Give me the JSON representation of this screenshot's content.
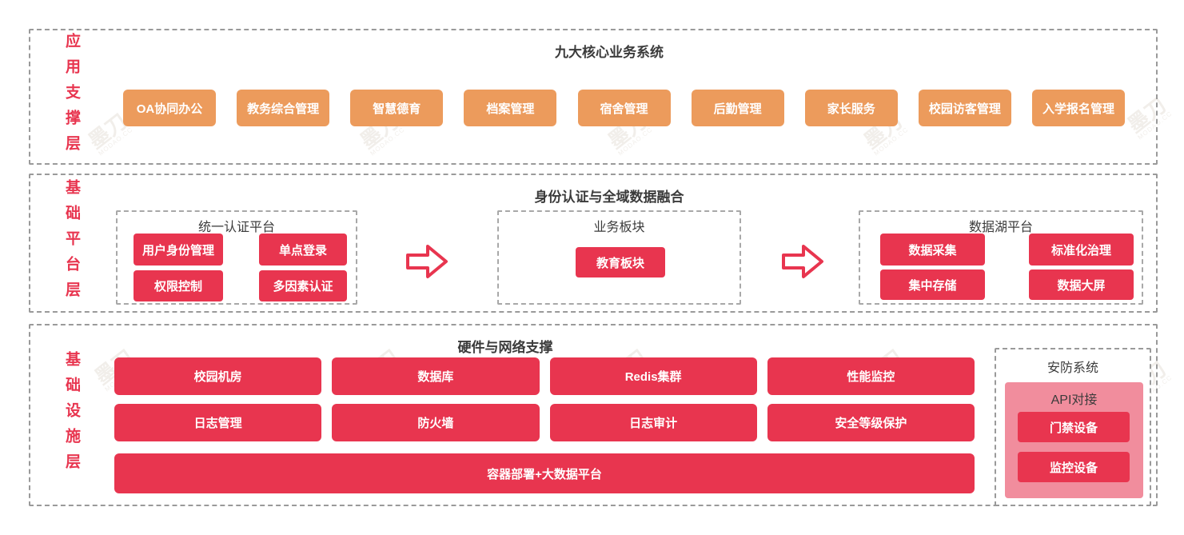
{
  "colors": {
    "accent_red": "#e8354f",
    "accent_orange": "#ec9b5c",
    "panel_pink": "#f18d9d",
    "dashed_border_gray": "#9a9a9a",
    "title_dark": "#3b3b3b"
  },
  "watermark": {
    "logo": "墨刀",
    "domain": "MODAO.CC"
  },
  "layers": [
    {
      "label": "应用支撑层",
      "title": "九大核心业务系统",
      "systems": [
        "OA协同办公",
        "教务综合管理",
        "智慧德育",
        "档案管理",
        "宿舍管理",
        "后勤管理",
        "家长服务",
        "校园访客管理",
        "入学报名管理"
      ]
    },
    {
      "label": "基础平台层",
      "title": "身份认证与全域数据融合",
      "groups": [
        {
          "title": "统一认证平台",
          "items": [
            "用户身份管理",
            "单点登录",
            "权限控制",
            "多因素认证"
          ]
        },
        {
          "title": "业务板块",
          "items": [
            "教育板块"
          ]
        },
        {
          "title": "数据湖平台",
          "items": [
            "数据采集",
            "标准化治理",
            "集中存储",
            "数据大屏"
          ]
        }
      ]
    },
    {
      "label": "基础设施层",
      "title": "硬件与网络支撑",
      "blocks_row1": [
        "校园机房",
        "数据库",
        "Redis集群",
        "性能监控"
      ],
      "blocks_row2": [
        "日志管理",
        "防火墙",
        "日志审计",
        "安全等级保护"
      ],
      "blocks_row3": [
        "容器部署+大数据平台"
      ],
      "security": {
        "title": "安防系统",
        "subtitle": "API对接",
        "items": [
          "门禁设备",
          "监控设备"
        ]
      }
    }
  ]
}
